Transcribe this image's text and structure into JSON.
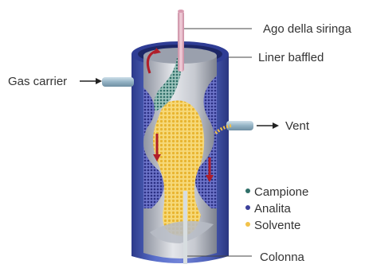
{
  "labels": {
    "syringe_needle": "Ago della siringa",
    "baffled_liner": "Liner baffled",
    "carrier_gas": "Gas carrier",
    "vent": "Vent",
    "column": "Colonna"
  },
  "legend": [
    {
      "label": "Campione",
      "color": "#2f6f68"
    },
    {
      "label": "Analita",
      "color": "#3b3f9a"
    },
    {
      "label": "Solvente",
      "color": "#f2c24a"
    }
  ],
  "colors": {
    "body_blue": "#4a5fb8",
    "inner_gray": "#c9ccd3",
    "needle_pink": "#e9b7c8",
    "solvent_yellow": "#f2c24a",
    "sample_teal": "#2f6f68",
    "analyte_navy": "#3b3f9a",
    "flow_red": "#b01e2a"
  }
}
